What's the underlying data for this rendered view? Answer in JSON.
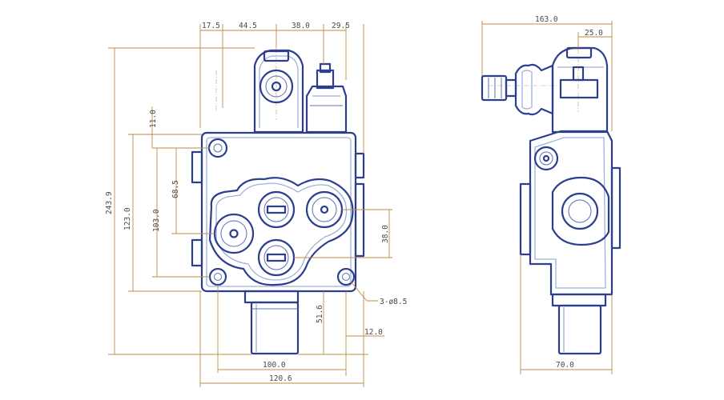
{
  "front_view": {
    "dims": {
      "top_17_5": "17.5",
      "top_44_5": "44.5",
      "top_38_0": "38.0",
      "top_29_5": "29.5",
      "left_243_9": "243.9",
      "left_123_0": "123.0",
      "left_103_0": "103.0",
      "left_68_5": "68.5",
      "left_11_0": "11.0",
      "right_38_0": "38.0",
      "right_51_6": "51.6",
      "right_12_0": "12.0",
      "bottom_100_0": "100.0",
      "bottom_120_6": "120.6",
      "hole_callout": "3-ø8.5"
    }
  },
  "side_view": {
    "dims": {
      "top_163_0": "163.0",
      "top_25_0": "25.0",
      "bottom_70_0": "70.0"
    }
  },
  "colors": {
    "outline": "#2c3f8f",
    "dimension": "#c08a4a",
    "text": "#4a4a4a"
  }
}
